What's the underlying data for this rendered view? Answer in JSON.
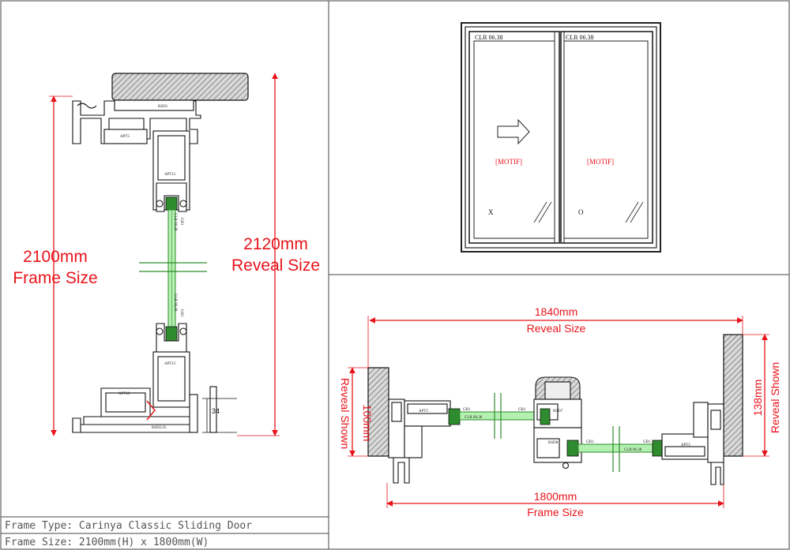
{
  "left_section": {
    "frame_size_value": "2100mm",
    "frame_size_label": "Frame Size",
    "reveal_size_value": "2120mm",
    "reveal_size_label": "Reveal Size",
    "dim_34": "34",
    "profile_labels": {
      "rsd1": "RSD1",
      "apt5": "APT5",
      "apt15_top": "APT15",
      "apt15_bottom": "APT15",
      "apt60": "APT60",
      "rsd5": "RSD5/35",
      "glass_top": "CLR 06.38",
      "glass_bottom": "CLR 06.38",
      "gb1_top": "GB1",
      "gb1_bottom": "GB1"
    }
  },
  "elevation": {
    "left_panel_glass": "CLR 06.38",
    "right_panel_glass": "CLR 06.38",
    "left_motif": "[MOTIF]",
    "right_motif": "[MOTIF]",
    "left_mark": "X",
    "right_mark": "O"
  },
  "plan_section": {
    "reveal_width_value": "1840mm",
    "reveal_width_label": "Reveal Size",
    "frame_width_value": "1800mm",
    "frame_width_label": "Frame Size",
    "reveal_left_value": "100mm",
    "reveal_left_label": "Reveal Shown",
    "reveal_right_value": "138mm",
    "reveal_right_label": "Reveal Shown",
    "profile_labels": {
      "apt5_left": "APT5",
      "apt5_right": "APT5",
      "rsd7": "RSD7",
      "rsd8": "RSD8",
      "glass_left": "CLR 06.38",
      "glass_right": "CLR 06.38",
      "gb1_a": "GB1",
      "gb1_b": "GB1",
      "gb1_c": "GB1",
      "gb1_d": "GB1"
    }
  },
  "title_block": {
    "frame_type": "Frame Type: Carinya Classic Sliding Door",
    "frame_size": "Frame Size: 2100mm(H) x 1800mm(W)"
  }
}
